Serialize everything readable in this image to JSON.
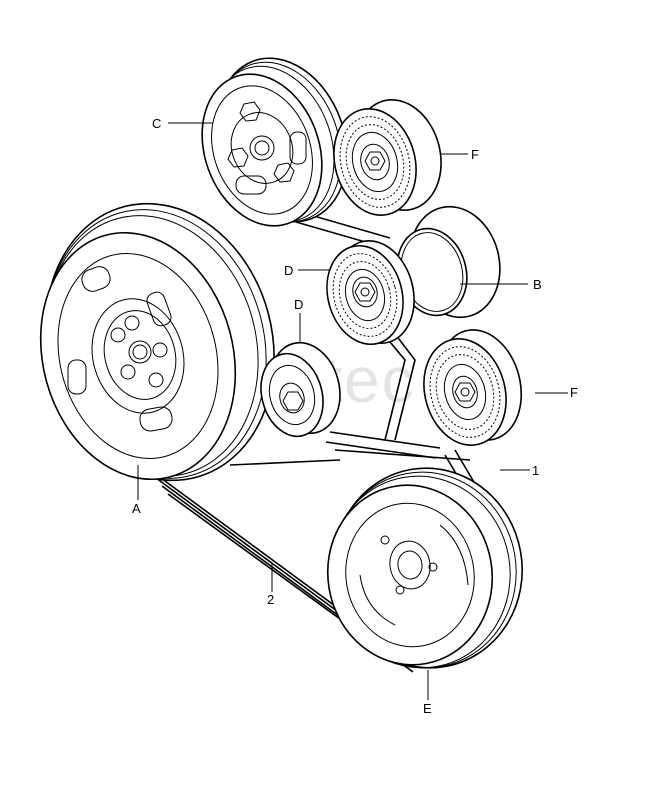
{
  "watermark": "vagtec",
  "labels": {
    "C": "C",
    "F_top": "F",
    "D_upper": "D",
    "B": "B",
    "D_lower": "D",
    "F_lower": "F",
    "belt_1": "1",
    "A": "A",
    "belt_2": "2",
    "E": "E"
  }
}
